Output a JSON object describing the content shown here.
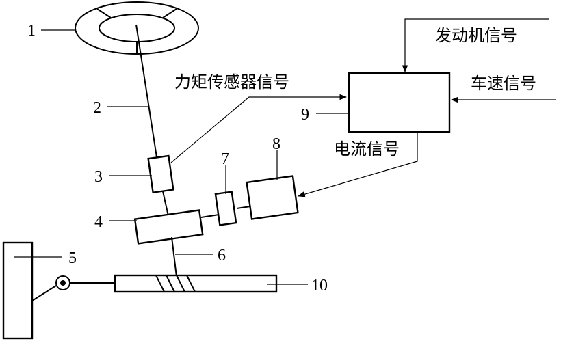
{
  "diagram": {
    "signals": {
      "engine": "发动机信号",
      "vehicle_speed": "车速信号",
      "torque_sensor": "力矩传感器信号",
      "current": "电流信号"
    },
    "callouts": [
      "1",
      "2",
      "3",
      "4",
      "5",
      "6",
      "7",
      "8",
      "9",
      "10"
    ],
    "colors": {
      "stroke": "#000000",
      "background": "#ffffff"
    }
  }
}
